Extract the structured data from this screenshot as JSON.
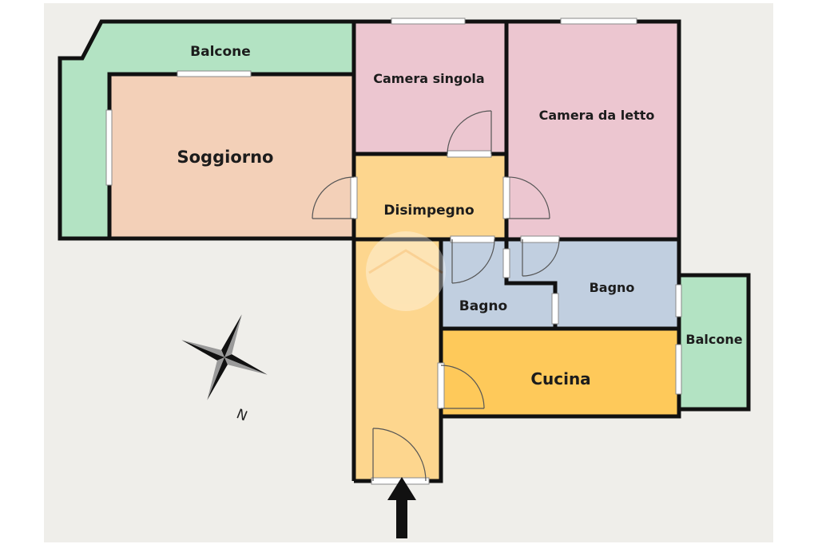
{
  "colors": {
    "background": "#efeeea",
    "balcone": "#b3e3c3",
    "soggiorno": "#f3d0b8",
    "camera": "#ecc6d0",
    "disimpegno": "#fdd68e",
    "bagno": "#c1cfe0",
    "cucina": "#fec95a",
    "wall": "#111111"
  },
  "rooms": {
    "balcone_top": "Balcone",
    "soggiorno": "Soggiorno",
    "camera_singola": "Camera singola",
    "camera_da_letto": "Camera da letto",
    "disimpegno": "Disimpegno",
    "bagno_left": "Bagno",
    "bagno_right": "Bagno",
    "cucina": "Cucina",
    "balcone_right": "Balcone"
  },
  "compass": {
    "icon": "compass-rose-icon",
    "north_label": "N"
  },
  "entrance": {
    "icon": "entrance-arrow-icon"
  }
}
